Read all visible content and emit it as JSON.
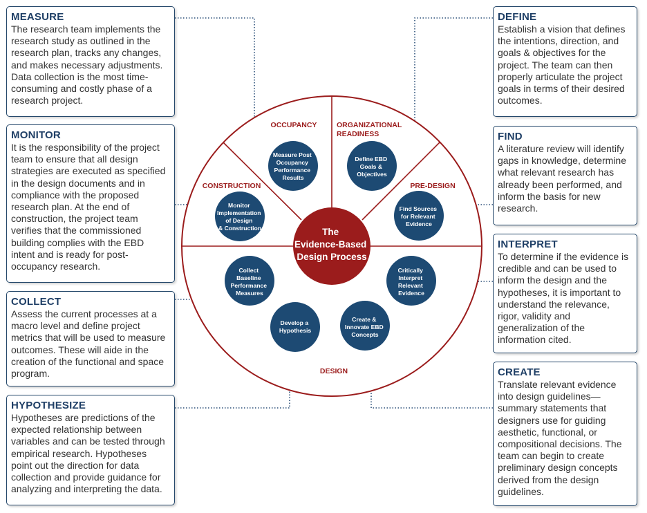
{
  "colors": {
    "box_border": "#25486b",
    "heading": "#1f3f66",
    "node_fill": "#1d4a73",
    "center_fill": "#9b1c1c",
    "sector_label": "#9b1c1c",
    "ring_stroke": "#9b1c1c"
  },
  "center": {
    "lines": [
      "The",
      "Evidence-Based",
      "Design Process"
    ]
  },
  "sectors": {
    "occupancy": "OCCUPANCY",
    "organizational_readiness": [
      "ORGANIZATIONAL",
      "READINESS"
    ],
    "construction": "CONSTRUCTION",
    "pre_design": "PRE-DESIGN",
    "design": "DESIGN"
  },
  "nodes": {
    "measure": [
      "Measure Post",
      "Occupancy",
      "Performance",
      "Results"
    ],
    "define": [
      "Define EBD",
      "Goals &",
      "Objectives"
    ],
    "find": [
      "Find Sources",
      "for Relevant",
      "Evidence"
    ],
    "interpret": [
      "Critically",
      "Interpret",
      "Relevant",
      "Evidence"
    ],
    "create": [
      "Create &",
      "Innovate EBD",
      "Concepts"
    ],
    "hypothesize": [
      "Develop a",
      "Hypothesis"
    ],
    "collect": [
      "Collect",
      "Baseline",
      "Performance",
      "Measures"
    ],
    "monitor": [
      "Monitor",
      "Implementation",
      "of Design",
      "& Construction"
    ]
  },
  "boxes": {
    "measure": {
      "title": "MEASURE",
      "body": "The research team implements the research study as outlined in the research plan, tracks any changes, and makes necessary adjustments. Data collection is the most time-consuming and costly phase of a research project."
    },
    "monitor": {
      "title": "MONITOR",
      "body": "It is the responsibility of the project team to ensure that all design strategies are executed as specified in the design documents and in compliance with the proposed research plan. At the end of construction, the project team verifies that the commissioned building complies with the EBD intent and is ready for post-occupancy research."
    },
    "collect": {
      "title": "COLLECT",
      "body": "Assess the current processes at a macro level and define project metrics that will be used to measure outcomes. These will aide in the creation of the functional and space program."
    },
    "hypothesize": {
      "title": "HYPOTHESIZE",
      "body": "Hypotheses are predictions of the expected relationship between variables and can be tested through empirical research. Hypotheses point out the direction for data collection and provide guidance for analyzing and interpreting the data."
    },
    "define": {
      "title": "DEFINE",
      "body": "Establish a vision that defines the intentions, direction, and goals & objectives for the project. The team can then properly articulate the project goals in terms of their desired outcomes."
    },
    "find": {
      "title": "FIND",
      "body": "A literature review will identify gaps in knowledge, determine what relevant research has already been performed, and inform the basis for new research."
    },
    "interpret": {
      "title": "INTERPRET",
      "body": "To determine if the evidence is credible and can be used to inform the design and the hypotheses, it is important to understand the relevance, rigor, validity and generalization of the information cited."
    },
    "create": {
      "title": "CREATE",
      "body": "Translate relevant evidence into design guidelines—summary statements that designers use for guiding aesthetic, functional, or compositional decisions. The team can begin to create preliminary design concepts derived from the design guidelines."
    }
  }
}
